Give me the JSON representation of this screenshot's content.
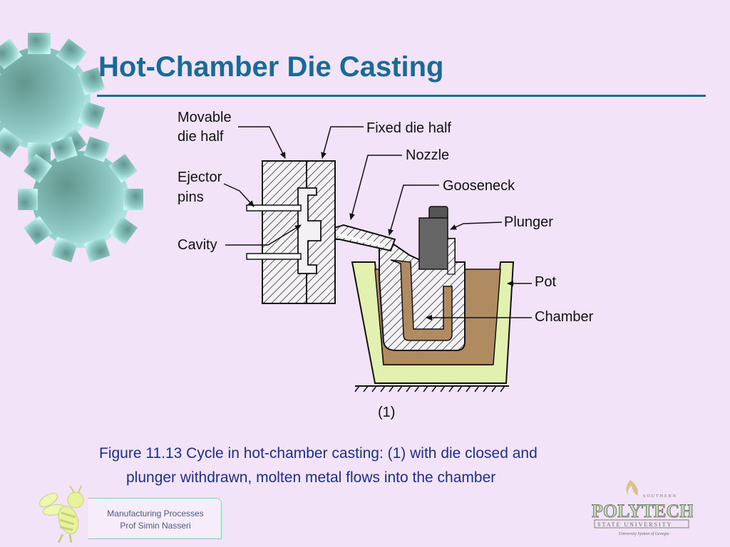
{
  "slide": {
    "title": "Hot-Chamber Die Casting",
    "caption_line1": "Figure 11.13  Cycle in hot-chamber casting: (1) with die closed and",
    "caption_line2": "plunger withdrawn, molten metal flows into the chamber"
  },
  "diagram": {
    "labels": {
      "movable_1": "Movable",
      "movable_2": "die half",
      "fixed": "Fixed die half",
      "nozzle": "Nozzle",
      "ejector_1": "Ejector",
      "ejector_2": "pins",
      "gooseneck": "Gooseneck",
      "plunger": "Plunger",
      "cavity": "Cavity",
      "pot": "Pot",
      "chamber": "Chamber",
      "stage": "(1)"
    },
    "colors": {
      "pot": "#e2f0b0",
      "molten_metal": "#b08b62",
      "plunger": "#666666",
      "hatch": "#333333"
    }
  },
  "footer": {
    "course": "Manufacturing Processes",
    "author": "Prof Simin Nasseri"
  },
  "logo": {
    "top": "SOUTHERN",
    "name": "POLYTECHNIC",
    "sub": "STATE UNIVERSITY",
    "tagline": "University System of Georgia"
  },
  "icons": [
    "gear-icon",
    "gear-icon",
    "bee-mascot-icon",
    "flame-icon"
  ]
}
